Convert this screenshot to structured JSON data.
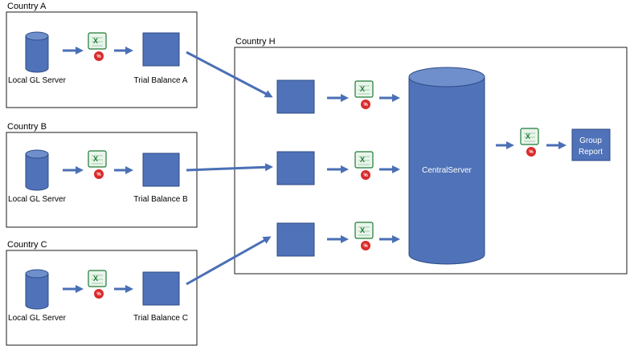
{
  "colors": {
    "node_fill": "#4f72b8",
    "node_stroke": "#2d4b85",
    "arrow": "#4a6fb5",
    "region_border": "#1a1a1a",
    "excel_green": "#1e7a35",
    "badge_red": "#d92b2b"
  },
  "regions": {
    "country_a": "Country A",
    "country_b": "Country B",
    "country_c": "Country C",
    "country_h": "Country H"
  },
  "nodes": {
    "local_gl_a": "Local GL Server",
    "local_gl_b": "Local GL Server",
    "local_gl_c": "Local GL Server",
    "trial_balance_a": "Trial Balance A",
    "trial_balance_b": "Trial Balance B",
    "trial_balance_c": "Trial Balance C",
    "central_server": "CentralServer",
    "group_report_line1": "Group",
    "group_report_line2": "Report"
  },
  "icons": {
    "spreadsheet_letter": "X",
    "badge_text": "%",
    "database": "database-cylinder-icon",
    "spreadsheet": "excel-spreadsheet-icon"
  }
}
